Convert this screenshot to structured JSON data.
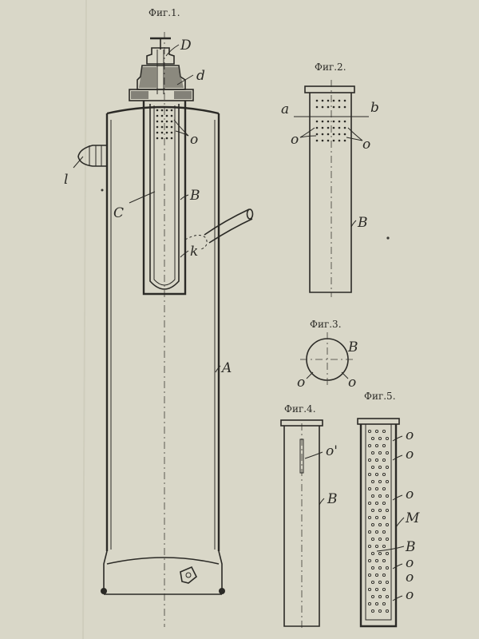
{
  "figures": {
    "fig1": {
      "caption": "Фиг.1.",
      "labels": {
        "D": "D",
        "d": "d",
        "o": "o",
        "l": "l",
        "C": "C",
        "B": "B",
        "k": "k",
        "A": "A"
      }
    },
    "fig2": {
      "caption": "Фиг.2.",
      "labels": {
        "a": "a",
        "b": "b",
        "o_left": "o",
        "o_right": "o",
        "B": "B"
      }
    },
    "fig3": {
      "caption": "Фиг.3.",
      "labels": {
        "B": "B",
        "o_left": "o",
        "o_right": "o"
      }
    },
    "fig4": {
      "caption": "Фиг.4.",
      "labels": {
        "o_prime": "o'",
        "B": "B"
      }
    },
    "fig5": {
      "caption": "Фиг.5.",
      "labels": {
        "o1": "o",
        "o2": "o",
        "o3": "o",
        "M": "M",
        "B": "B",
        "o4": "o",
        "o5": "o",
        "o6": "o"
      }
    }
  },
  "colors": {
    "paper": "#d9d7c8",
    "ink": "#2b2a26"
  }
}
